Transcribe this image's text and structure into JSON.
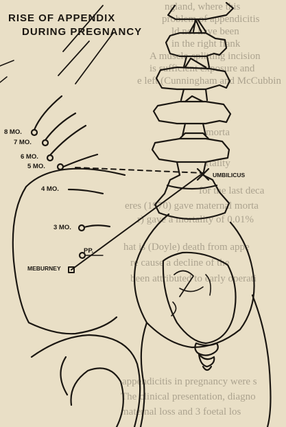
{
  "title": {
    "line1": "RISE OF APPENDIX",
    "line2": "DURING PREGNANCY"
  },
  "months": [
    {
      "label": "8 MO."
    },
    {
      "label": "7 MO."
    },
    {
      "label": "6 MO."
    },
    {
      "label": "5 MO."
    },
    {
      "label": "4 MO."
    },
    {
      "label": "3 MO."
    }
  ],
  "points": {
    "pp": "PP.",
    "mcburney": "MEBURNEY",
    "umbilicus": "UMBILICUS"
  },
  "background_text": [
    "ngland, where this",
    "problem of appendicitis",
    "ld not have been",
    "in the right flank",
    "A muscle-splitting incision",
    "is sufficient exposure and",
    "e left (Cunningham and McCubbin",
    "morta",
    "rtality",
    "for the last deca",
    "eres (1970) gave maternal morta",
    "r) gave a mortality of 0.01%",
    "hat is (Doyle) death from appe",
    "re cause a decline of the",
    "been attributed to early operati",
    "appendicitis in pregnancy were s",
    "The clinical presentation, diagno",
    "maternal loss and 3 foetal los"
  ],
  "colors": {
    "paper": "#e9dfc6",
    "ink": "#1b1712"
  }
}
